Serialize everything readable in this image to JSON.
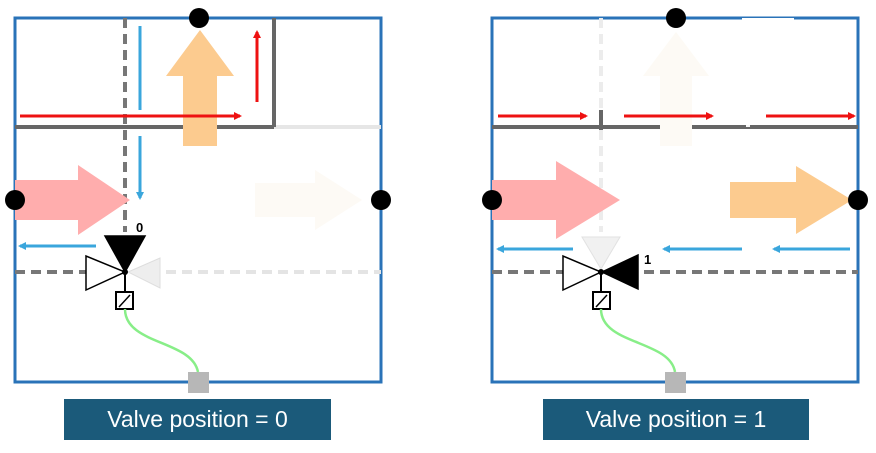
{
  "panels": [
    {
      "caption": "Valve position = 0",
      "valve_label": "0"
    },
    {
      "caption": "Valve position = 1",
      "valve_label": "1"
    }
  ],
  "colors": {
    "frame": "#2a73b8",
    "caption_bg": "#1b5a7a",
    "red_arrow": "#ee1111",
    "blue_arrow": "#3aa6dc",
    "pink_flow": "#ffadad",
    "orange_flow": "#fccb8f",
    "pipe_gray": "#666666",
    "signal_green": "#88ee88"
  },
  "icons": [
    "connection-node-icon",
    "three-way-valve-icon",
    "actuator-icon",
    "sensor-square-icon"
  ]
}
